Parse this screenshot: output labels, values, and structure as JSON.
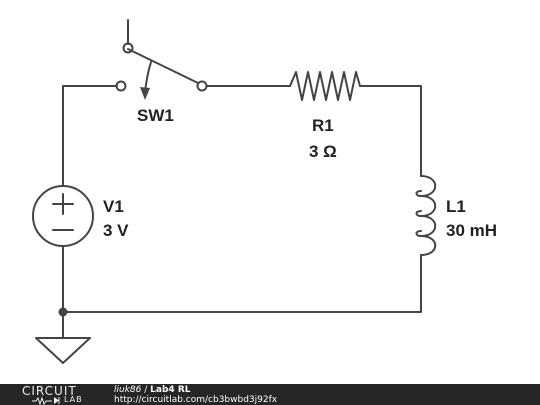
{
  "components": {
    "switch": {
      "name": "SW1"
    },
    "resistor": {
      "name": "R1",
      "value": "3 Ω"
    },
    "inductor": {
      "name": "L1",
      "value": "30 mH"
    },
    "source": {
      "name": "V1",
      "value": "3 V"
    }
  },
  "footer": {
    "logo_top": "CIRCUIT",
    "logo_bottom": "LAB",
    "author": "liuk86",
    "separator": "/",
    "title": "Lab4 RL",
    "url": "http://circuitlab.com/cb3bwbd3j92fx"
  }
}
